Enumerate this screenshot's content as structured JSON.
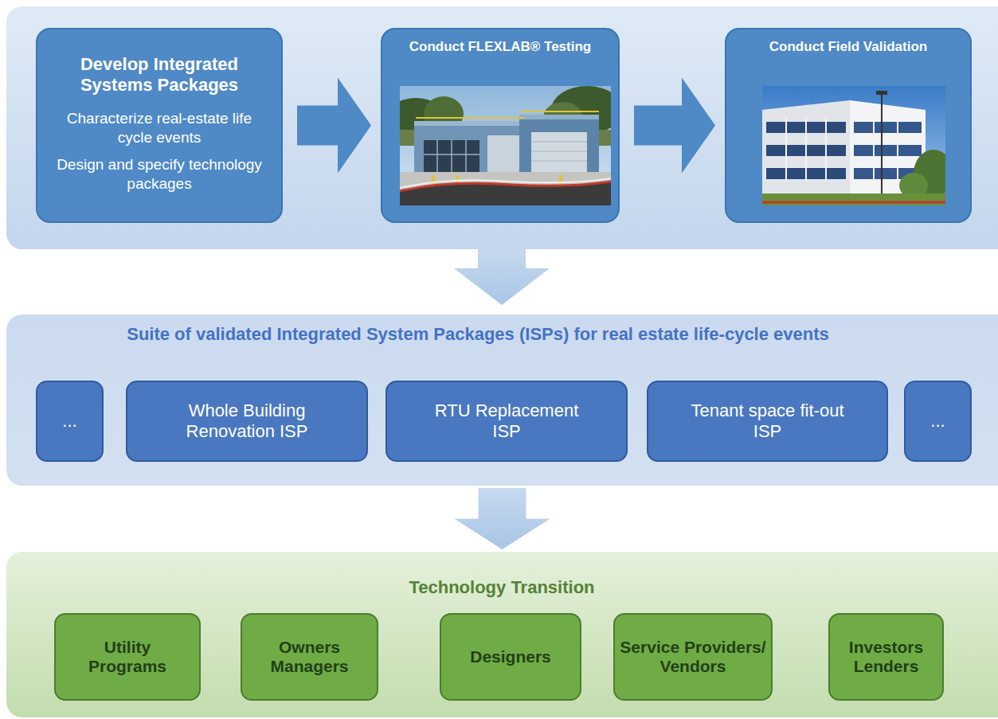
{
  "diagram": {
    "nodes": [
      {
        "text": [
          "Develop Integrated Systems Packages",
          "Characterize real-estate life cycle events",
          "Design and specify technology packages"
        ]
      },
      {
        "text": [
          "Conduct FLEXLAB® Testing"
        ]
      },
      {
        "text": [
          "Conduct Field Validation"
        ]
      },
      {
        "text": [
          "Suite of validated Integrated System Packages (ISPs) for real estate life-cycle events"
        ]
      },
      {
        "text": [
          "..."
        ],
        "in": 3
      },
      {
        "text": [
          "Whole Building Renovation ISP"
        ],
        "in": 3
      },
      {
        "text": [
          "RTU Replacement ISP"
        ],
        "in": 3
      },
      {
        "text": [
          "Tenant space fit-out ISP"
        ],
        "in": 3
      },
      {
        "text": [
          "..."
        ],
        "in": 3
      },
      {
        "text": [
          "Technology Transition"
        ]
      },
      {
        "text": [
          "Utility Programs"
        ],
        "in": 9
      },
      {
        "text": [
          "Owners Managers"
        ],
        "in": 9
      },
      {
        "text": [
          "Designers"
        ],
        "in": 9
      },
      {
        "text": [
          "Service Providers/ Vendors"
        ],
        "in": 9
      },
      {
        "text": [
          "Investors Lenders"
        ],
        "in": 9
      }
    ],
    "edges": [
      {
        "from": 0,
        "to": 1,
        "arrow": "to"
      },
      {
        "from": 1,
        "to": 2,
        "arrow": "to"
      },
      {
        "from": 3,
        "to": 9,
        "arrow": "to"
      }
    ]
  }
}
